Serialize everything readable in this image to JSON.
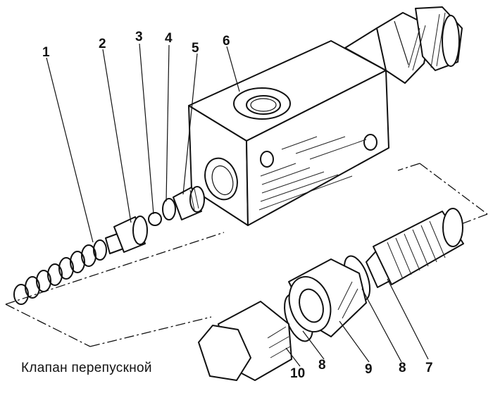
{
  "caption": "Клапан перепускной",
  "callouts": [
    "1",
    "2",
    "3",
    "4",
    "5",
    "6",
    "7",
    "8",
    "8",
    "9",
    "10"
  ]
}
